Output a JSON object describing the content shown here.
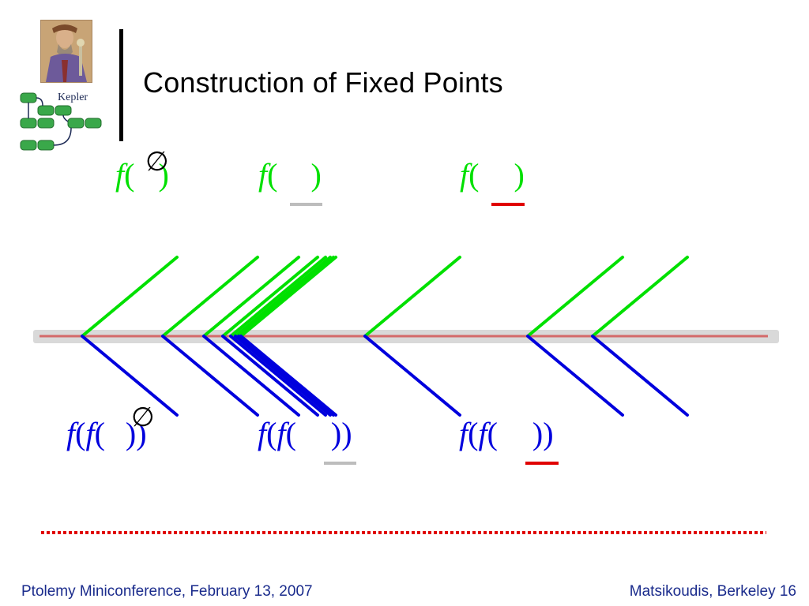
{
  "slide": {
    "title": "Construction of Fixed Points"
  },
  "logo": {
    "text": "Kepler"
  },
  "formulas": {
    "top": [
      {
        "fn": "f",
        "open": "(",
        "close": ")",
        "arg": "∅",
        "marker": "none"
      },
      {
        "fn": "f",
        "open": "(",
        "close": ")",
        "arg": "",
        "marker": "gray"
      },
      {
        "fn": "f",
        "open": "(",
        "close": ")",
        "arg": "",
        "marker": "red"
      }
    ],
    "bottom": [
      {
        "fn_outer": "f",
        "fn_inner": "f",
        "open": "(",
        "close": ")",
        "arg": "∅",
        "marker": "none"
      },
      {
        "fn_outer": "f",
        "fn_inner": "f",
        "open": "(",
        "close": ")",
        "arg": "",
        "marker": "gray"
      },
      {
        "fn_outer": "f",
        "fn_inner": "f",
        "open": "(",
        "close": ")",
        "arg": "",
        "marker": "red"
      }
    ]
  },
  "colors": {
    "green": "#00e000",
    "blue": "#0000dd",
    "red": "#e00000",
    "gray": "#bdbdbd",
    "track": "#d9d9d9",
    "track_line": "#d46a6a",
    "footer": "#1a2b8c"
  },
  "footer": {
    "left": "Ptolemy Miniconference, February 13, 2007",
    "right": "Matsikoudis, Berkeley 16"
  }
}
